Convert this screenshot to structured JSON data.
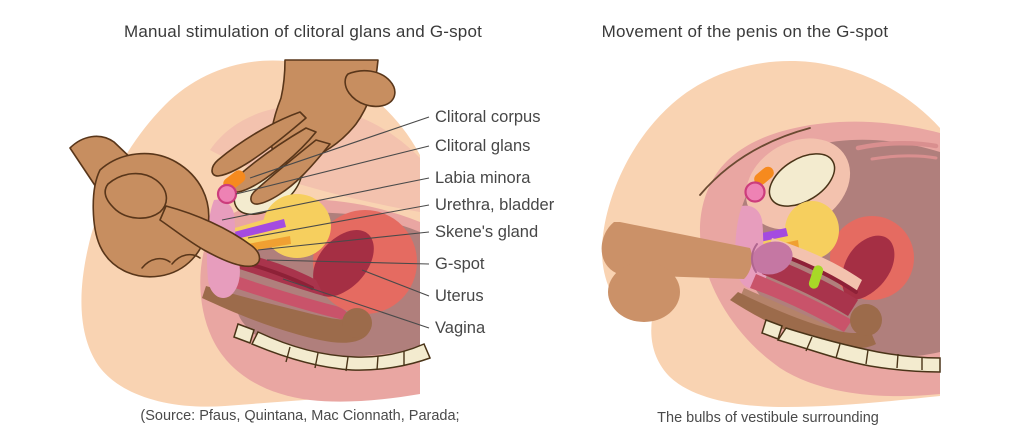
{
  "figure": {
    "left_panel": {
      "title": "Manual stimulation of clitoral glans and G-spot",
      "caption": "(Source: Pfaus, Quintana, Mac Cionnath, Parada;"
    },
    "right_panel": {
      "title": "Movement of the penis on the G-spot",
      "caption": "The bulbs of vestibule surrounding"
    }
  },
  "annotations": {
    "items": [
      "Clitoral corpus",
      "Clitoral glans",
      "Labia minora",
      "Urethra, bladder",
      "Skene's gland",
      "G-spot",
      "Uterus",
      "Vagina"
    ]
  },
  "palette": {
    "skin_light": "#f9d3b2",
    "skin_hand": "#c78e60",
    "skin_penis": "#cb9168",
    "outline_brown": "#59361a",
    "tissue_pink_outer": "#e9a6a2",
    "tissue_pink_light": "#f3c2ae",
    "tissue_mauve": "#b07f7c",
    "tissue_red": "#e56b61",
    "organ_dark_red": "#a52f44",
    "canal_red": "#a9344c",
    "canal_light_red": "#c9536a",
    "canal_maroon": "#8e2137",
    "bladder_yellow": "#f6cf5e",
    "bone_cream": "#f3ebcf",
    "bone_outline": "#4a3418",
    "labia_pink": "#e79dbd",
    "glans_pink_fill": "#ee82b4",
    "glans_pink_stroke": "#cc3d7c",
    "glans_corona": "#b06690",
    "clitoris_orange": "#f68a1e",
    "urethra_purple": "#a44be0",
    "skene_orange": "#f0a032",
    "gspot_lime": "#a8d827",
    "rectum_brown": "#9c6b4b",
    "tan_band": "#b5836a",
    "streak_pink": "#d98f8f",
    "arc_brown": "#6b4a32",
    "leader_line": "#4a4a4a",
    "text_dark": "#3a3a3a"
  }
}
